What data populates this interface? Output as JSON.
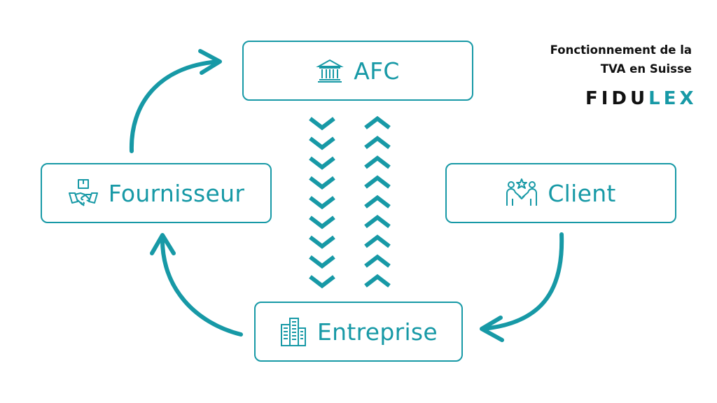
{
  "diagram": {
    "nodes": {
      "afc": {
        "label": "AFC",
        "icon": "bank-icon"
      },
      "fournisseur": {
        "label": "Fournisseur",
        "icon": "handshake-box-icon"
      },
      "client": {
        "label": "Client",
        "icon": "customer-handshake-icon"
      },
      "entreprise": {
        "label": "Entreprise",
        "icon": "buildings-icon"
      }
    },
    "edges": [
      {
        "from": "entreprise",
        "to": "fournisseur",
        "style": "curved-arrow"
      },
      {
        "from": "fournisseur",
        "to": "afc",
        "style": "curved-arrow"
      },
      {
        "from": "client",
        "to": "entreprise",
        "style": "curved-arrow"
      },
      {
        "from": "afc",
        "to": "entreprise",
        "style": "chevron-column-down"
      },
      {
        "from": "entreprise",
        "to": "afc",
        "style": "chevron-column-up"
      }
    ],
    "chevron_count": 9
  },
  "brand": {
    "title_line1": "Fonctionnement de la",
    "title_line2": "TVA en Suisse",
    "logo_part1": "FIDU",
    "logo_part2": "LEX"
  },
  "colors": {
    "accent": "#1799a6",
    "text": "#111111",
    "background": "#ffffff"
  }
}
